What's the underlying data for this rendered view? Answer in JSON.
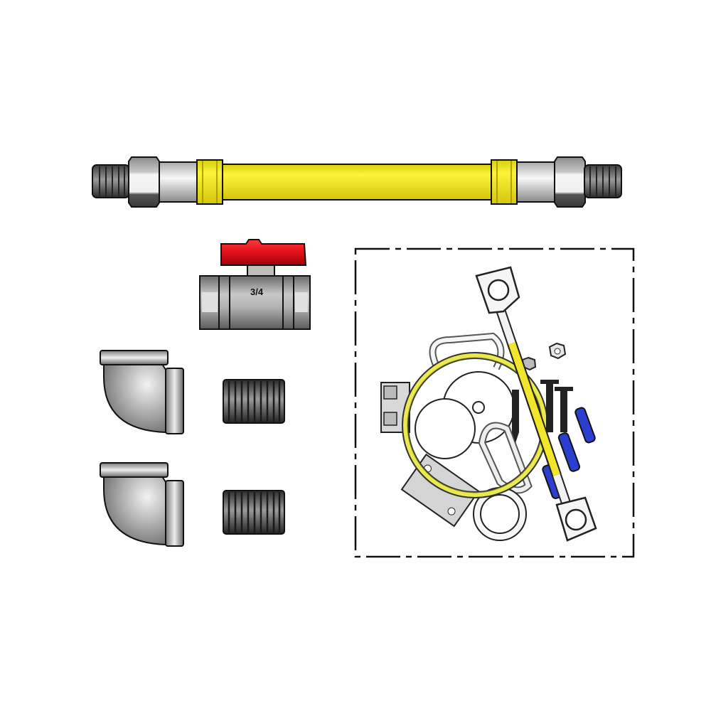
{
  "product": {
    "components": [
      {
        "id": "gas-hose",
        "name": "Yellow-coated flexible gas connector hose",
        "color": "#f2e62a"
      },
      {
        "id": "ball-valve",
        "name": "Ball valve",
        "size_label": "3/4",
        "handle_color": "#e0101a"
      },
      {
        "id": "elbow-1",
        "name": "90-degree elbow"
      },
      {
        "id": "elbow-2",
        "name": "90-degree elbow"
      },
      {
        "id": "nipple-1",
        "name": "Threaded close nipple"
      },
      {
        "id": "nipple-2",
        "name": "Threaded close nipple"
      },
      {
        "id": "restraint-kit",
        "name": "Restraining cable kit (boxed)",
        "parts": [
          "coiled cable",
          "eye-lug cable",
          "anchor screws",
          "wall anchors",
          "nuts",
          "clamps",
          "brackets"
        ],
        "anchor_color": "#2a3fd0",
        "cable_color": "#eaea50"
      }
    ]
  },
  "colors": {
    "background": "#ffffff",
    "hose_yellow": "#f2e62a",
    "metal_gray": "#9a9a9a",
    "dark_thread": "#4a4a4a",
    "valve_red": "#e0101a",
    "anchor_blue": "#2a3fd0",
    "outline": "#111111"
  }
}
